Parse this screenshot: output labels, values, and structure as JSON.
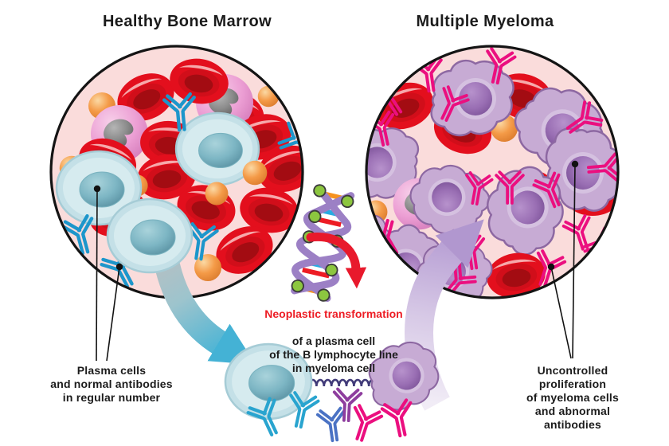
{
  "titles": {
    "left": "Healthy Bone Marrow",
    "right": "Multiple Myeloma"
  },
  "center_note": {
    "emphasis": "Neoplastic transformation",
    "detail": "of a plasma cell\nof the B lymphocyte line\nin myeloma cell"
  },
  "captions": {
    "left": "Plasma cells\nand normal antibodies\nin regular number",
    "right": "Uncontrolled proliferation\nof myeloma cells\nand abnormal antibodies"
  },
  "icons": {
    "red_blood_cell": "red-blood-cell-icon",
    "plasma_cell": "plasma-cell-icon",
    "myeloma_cell": "myeloma-cell-icon",
    "granulocyte": "granulocyte-icon",
    "progenitor_cell": "progenitor-cell-icon",
    "normal_antibody": "antibody-icon",
    "abnormal_antibody": "abnormal-antibody-icon",
    "dna": "dna-mutation-icon",
    "arrow_left": "plasma-differentiation-arrow",
    "arrow_right": "proliferation-arrow"
  },
  "colors": {
    "marrow_background": "#fadcdb",
    "circle_outline": "#141414",
    "red_blood_cell": "#e30f1d",
    "plasma_cell_body": "#c4e0e7",
    "plasma_cell_nucleus": "#7db6c4",
    "myeloma_cell_body": "#c7abd4",
    "myeloma_cell_nucleus": "#9a6fb4",
    "normal_antibody": "#1d96cb",
    "abnormal_antibody": "#eb0f7f",
    "emphasis_text": "#ed1c24",
    "transform_arrow_teal": "#49b4d5",
    "transform_arrow_lavender": "#b69dd3",
    "dna_strand": "#9c80c5",
    "dna_node": "#8cc63f"
  }
}
